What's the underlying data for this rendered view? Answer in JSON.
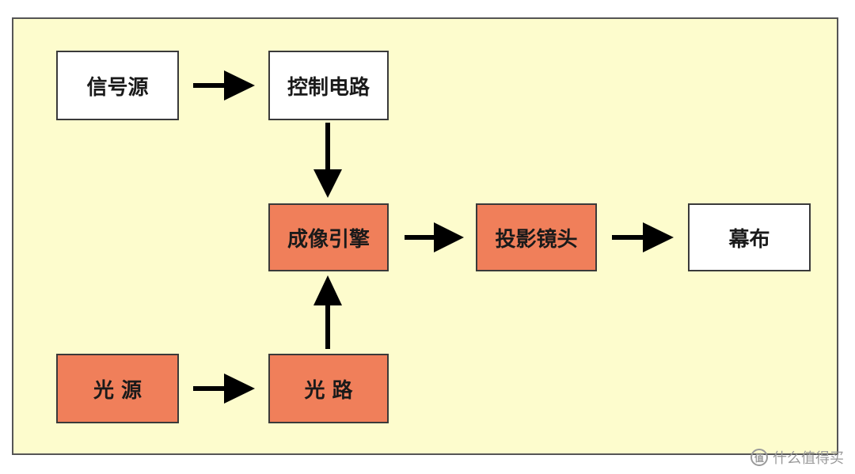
{
  "diagram": {
    "nodes": {
      "signal_source": "信号源",
      "control_circuit": "控制电路",
      "imaging_engine": "成像引擎",
      "projection_lens": "投影镜头",
      "screen": "幕布",
      "light_source": "光 源",
      "light_path": "光 路"
    },
    "colors": {
      "panel_background": "#fdfccd",
      "highlight_fill": "#f07f5a",
      "plain_fill": "#ffffff",
      "arrow": "#000000"
    }
  },
  "watermark": {
    "logo_text": "值",
    "text": "什么值得买"
  }
}
